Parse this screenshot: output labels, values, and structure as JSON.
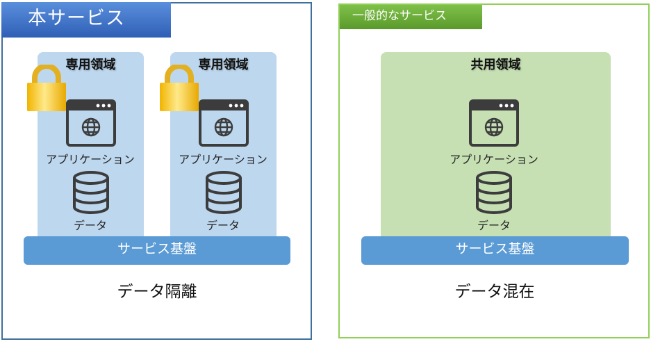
{
  "left_panel": {
    "title": "本サービス",
    "areas": [
      {
        "label": "専用領域",
        "app": "アプリケーション",
        "data": "データ"
      },
      {
        "label": "専用領域",
        "app": "アプリケーション",
        "data": "データ"
      }
    ],
    "infra": "サービス基盤",
    "caption": "データ隔離"
  },
  "right_panel": {
    "title": "一般的なサービス",
    "area": {
      "label": "共用領域",
      "app": "アプリケーション",
      "data": "データ"
    },
    "infra": "サービス基盤",
    "caption": "データ混在"
  },
  "colors": {
    "left_border": "#3f6f9c",
    "right_border": "#92cf59",
    "dedicated_area": "#bdd7ee",
    "shared_area": "#c6e0b4",
    "infra": "#5b9bd5",
    "lock": "#f2c230"
  },
  "icons": [
    "lock-icon",
    "web-app-icon",
    "globe-icon",
    "database-icon"
  ]
}
